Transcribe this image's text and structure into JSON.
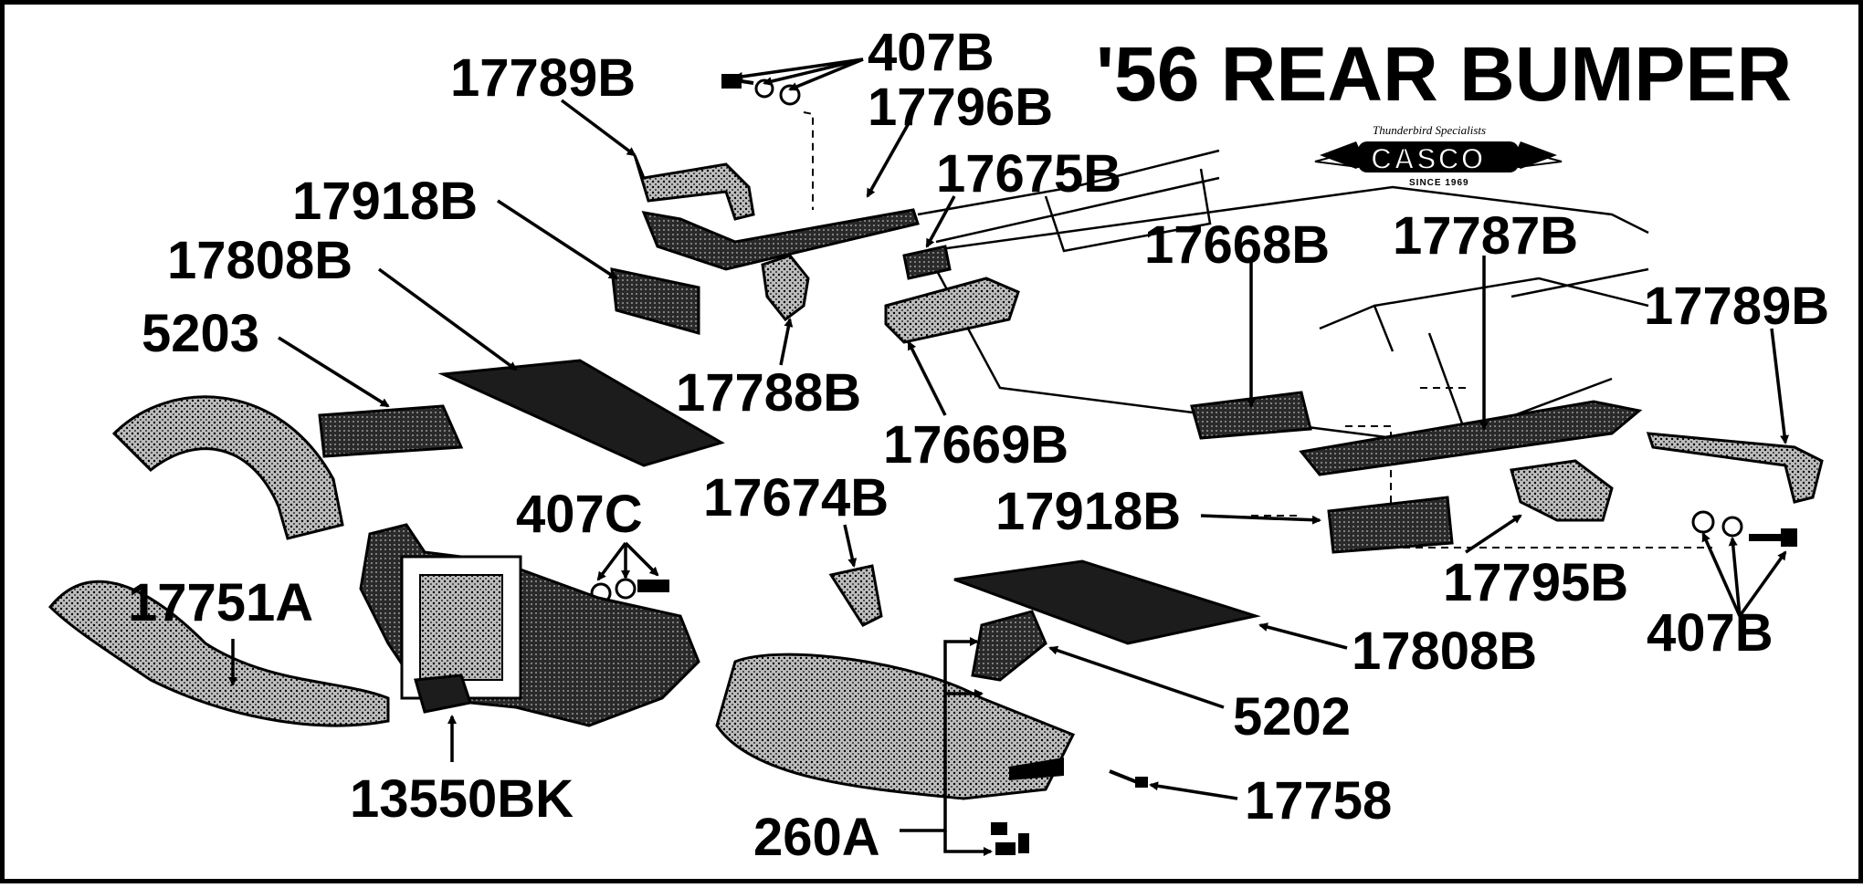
{
  "title": "'56 REAR BUMPER",
  "logo": {
    "tagline": "Thunderbird Specialists",
    "brand": "CASCO",
    "since": "SINCE 1969"
  },
  "labels": {
    "p17789B_top": "17789B",
    "p407B_top": "407B",
    "p17796B": "17796B",
    "p17675B": "17675B",
    "p17918B_left": "17918B",
    "p17808B_left": "17808B",
    "p5203": "5203",
    "p17788B": "17788B",
    "p17669B": "17669B",
    "p17668B": "17668B",
    "p17787B": "17787B",
    "p17789B_right": "17789B",
    "p407C": "407C",
    "p17674B": "17674B",
    "p17918B_right": "17918B",
    "p17795B": "17795B",
    "p407B_right": "407B",
    "p17751A": "17751A",
    "p17808B_right": "17808B",
    "p5202": "5202",
    "p13550BK": "13550BK",
    "p17758": "17758",
    "p260A": "260A"
  },
  "colors": {
    "ink": "#000000",
    "paper": "#ffffff",
    "shade": "#3a3a3a",
    "mid": "#8c8c8c"
  }
}
